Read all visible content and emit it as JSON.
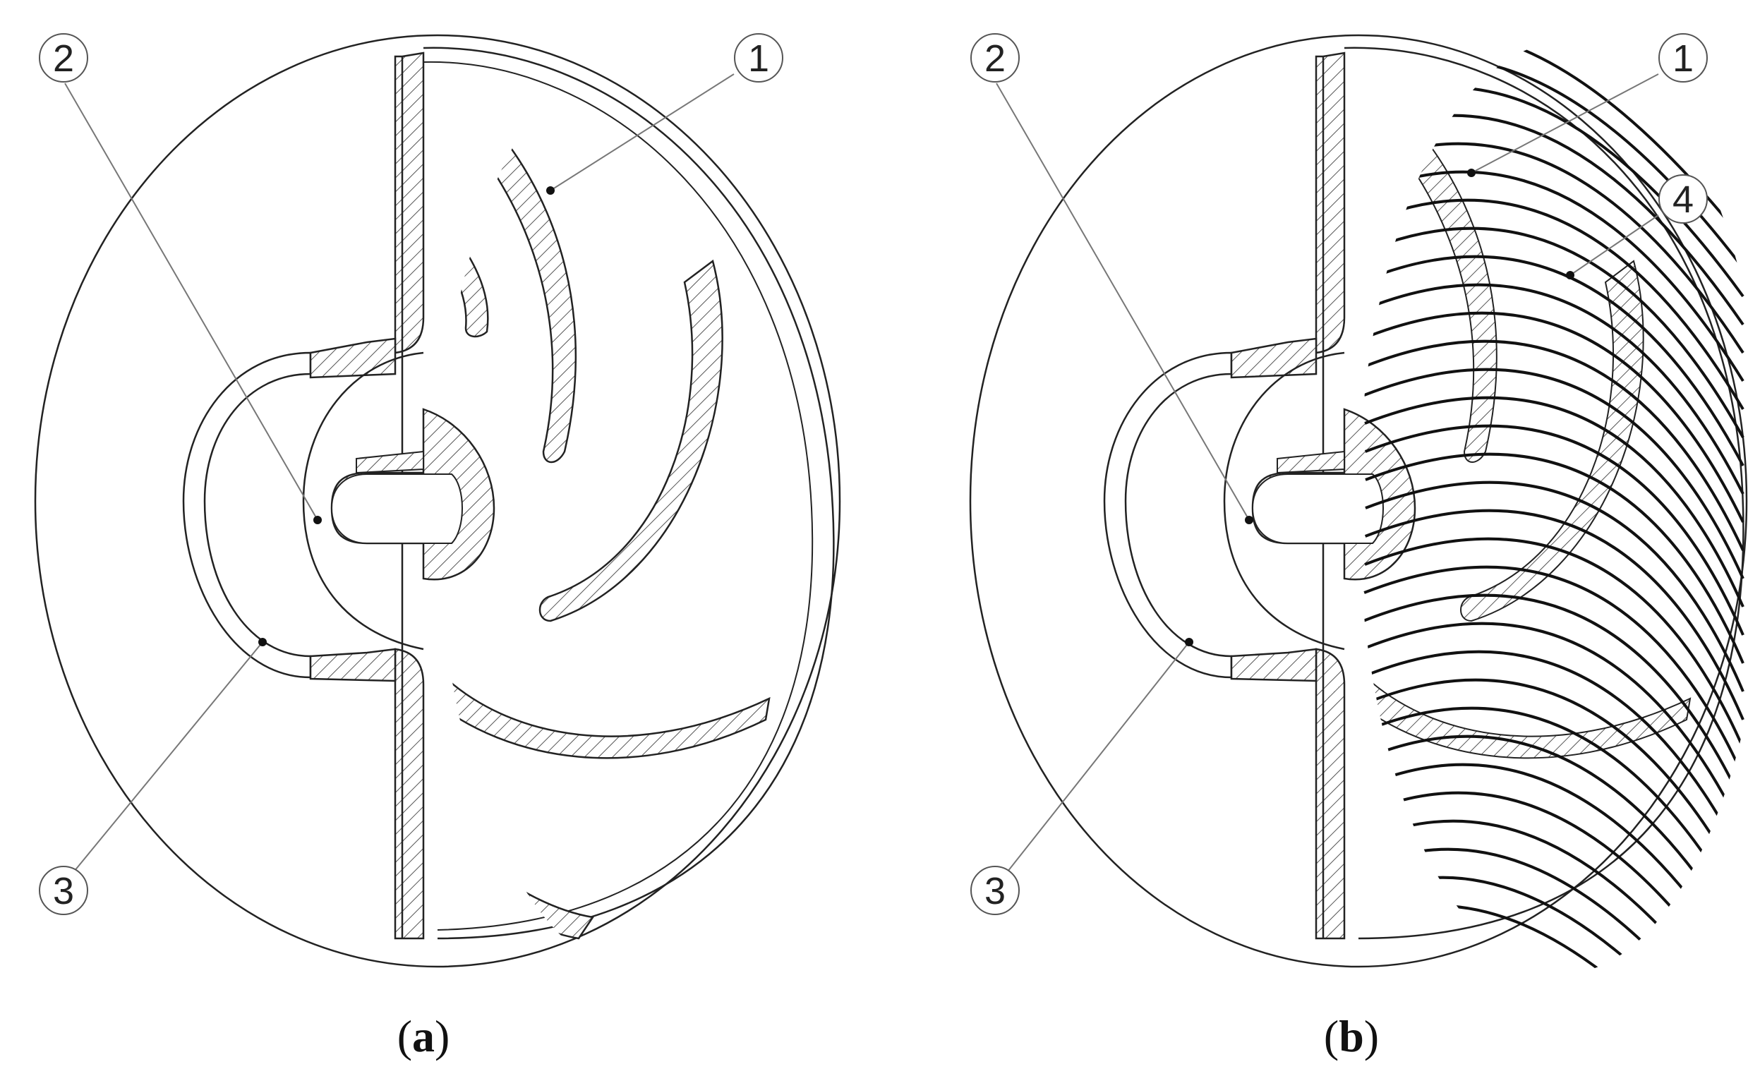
{
  "figure": {
    "panels": [
      {
        "id": "a",
        "caption_open": "(",
        "caption_letter": "a",
        "caption_close": ")",
        "callouts": [
          {
            "label": "1"
          },
          {
            "label": "2"
          },
          {
            "label": "3"
          }
        ]
      },
      {
        "id": "b",
        "caption_open": "(",
        "caption_letter": "b",
        "caption_close": ")",
        "callouts": [
          {
            "label": "1"
          },
          {
            "label": "2"
          },
          {
            "label": "3"
          },
          {
            "label": "4"
          }
        ]
      }
    ],
    "colors": {
      "line": "#222222",
      "hatch": "#555555",
      "callout_line": "#777777",
      "background": "#ffffff"
    }
  }
}
